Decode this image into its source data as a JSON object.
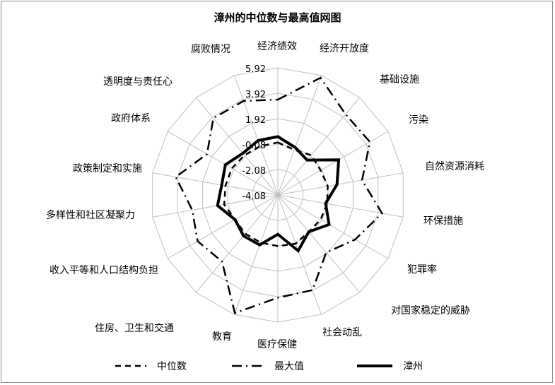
{
  "chart_data": {
    "type": "radar",
    "title": "漳州的中位数与最高值网图",
    "categories": [
      "经济绩效",
      "经济开放度",
      "基础设施",
      "污染",
      "自然资源消耗",
      "环保措施",
      "犯罪率",
      "对国家稳定的威胁",
      "社会动乱",
      "医疗保健",
      "教育",
      "住房、卫生和交通",
      "收入平等和人口结构负担",
      "多样性和社区凝聚力",
      "政策制定和实施",
      "政府体系",
      "透明度与责任心",
      "腐败情况"
    ],
    "rlim": [
      -4.08,
      5.92
    ],
    "ticks": [
      "5.92",
      "3.92",
      "1.92",
      "-0.08",
      "-2.08",
      "-4.08"
    ],
    "tick_values": [
      5.92,
      3.92,
      1.92,
      -0.08,
      -2.08,
      -4.08
    ],
    "grid": true,
    "legend_position": "bottom",
    "series": [
      {
        "name": "中位数",
        "style": "dashed",
        "values": [
          0.05,
          -0.3,
          0.0,
          -0.2,
          -0.1,
          -0.15,
          -0.2,
          -0.3,
          0.0,
          -0.06,
          -0.1,
          -0.1,
          -0.2,
          0.2,
          0.1,
          0.1,
          0.0,
          0.0
        ]
      },
      {
        "name": "最大值",
        "style": "dash-dot",
        "values": [
          3.42,
          5.73,
          4.2,
          4.27,
          2.64,
          4.23,
          2.93,
          1.83,
          3.88,
          4.0,
          5.8,
          2.75,
          3.2,
          2.75,
          4.07,
          2.35,
          3.8,
          3.79
        ]
      },
      {
        "name": "漳州",
        "style": "solid",
        "values": [
          0.51,
          -0.1,
          -0.5,
          1.44,
          0.64,
          -0.27,
          0.57,
          -0.3,
          0.59,
          -0.99,
          0.1,
          0.12,
          -0.2,
          0.73,
          0.4,
          0.68,
          0.2,
          0.47
        ]
      }
    ]
  },
  "colors": {
    "line": "#000000",
    "grid": "#bfbfbf"
  }
}
